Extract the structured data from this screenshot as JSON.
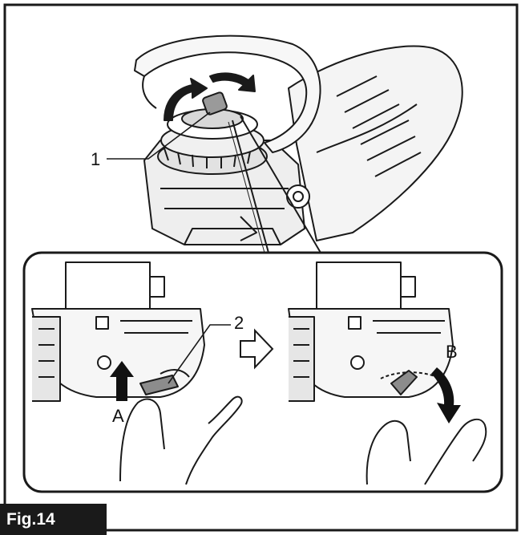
{
  "figure": {
    "tag": "Fig.14",
    "callouts": {
      "one": "1",
      "two": "2",
      "a": "A",
      "b": "B"
    }
  },
  "colors": {
    "line": "#1a1a1a",
    "shade": "#cfcfcf",
    "shade_dark": "#8a8a8a",
    "arrow": "#111111",
    "tag_bg": "#1a1a1a",
    "tag_text": "#ffffff"
  }
}
